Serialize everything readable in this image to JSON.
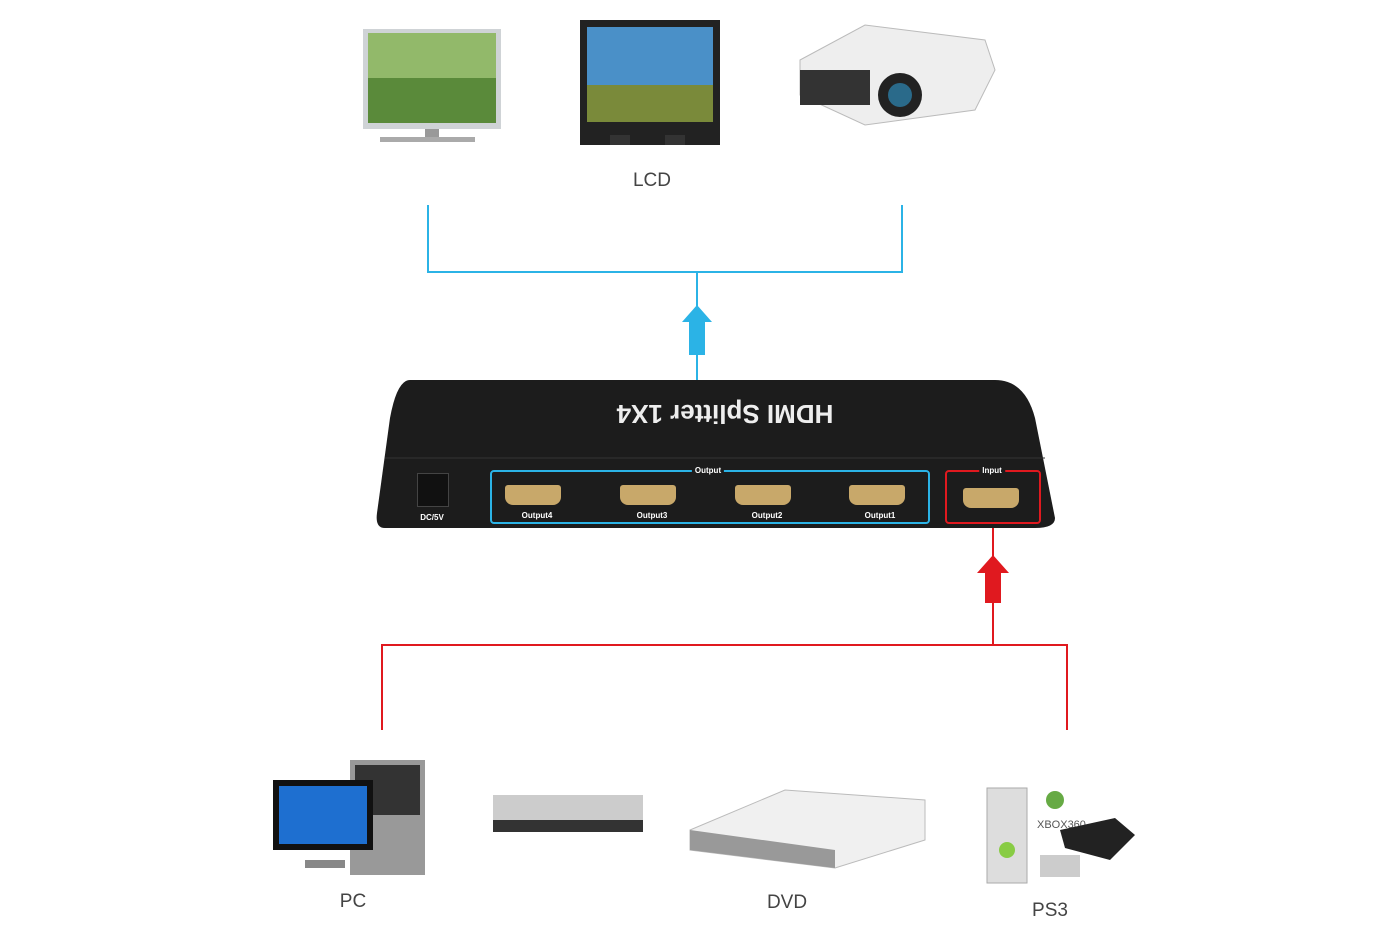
{
  "outputs_group": {
    "label": "LCD",
    "devices": [
      "tv-1",
      "tv-2",
      "projector"
    ]
  },
  "splitter": {
    "title": "HDMI Splitter 1X4",
    "power_label": "DC/5V",
    "output_group_label": "Output",
    "input_label": "Input",
    "ports": [
      "Output4",
      "Output3",
      "Output2",
      "Output1"
    ]
  },
  "sources": {
    "pc": "PC",
    "dvd": "DVD",
    "ps3": "PS3",
    "xbox_logo": "XBOX360"
  },
  "colors": {
    "output_line": "#2bb3e6",
    "input_line": "#e0191f",
    "body": "#1c1c1c"
  }
}
